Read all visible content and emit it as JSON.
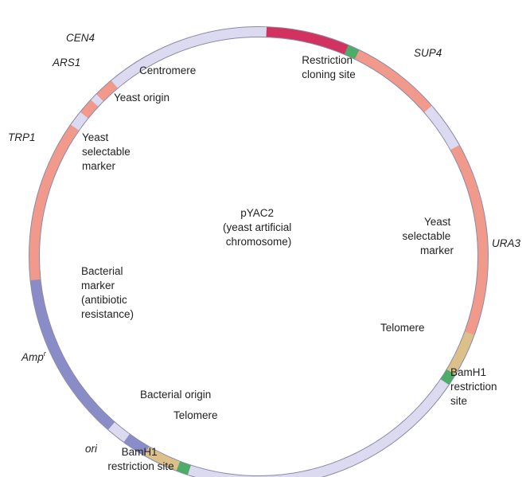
{
  "title": "pYAC2 (yeast artificial chromosome)",
  "center_lines": [
    "pYAC2",
    "(yeast artificial",
    "chromosome)"
  ],
  "colors": {
    "backbone": "#dcdaf0",
    "yeast_marker": "#f19a8c",
    "restriction_site": "#d3315f",
    "cut_site": "#4cac68",
    "telomere": "#dcc08a",
    "bacterial_marker": "#8a8cc8",
    "ring_edge": "#8a8aa8"
  },
  "genes": {
    "cen4": "CEN4",
    "ars1": "ARS1",
    "trp1": "TRP1",
    "sup4": "SUP4",
    "ura3": "URA3",
    "amp": "Amp",
    "amp_sup": "r",
    "ori": "ori"
  },
  "labels": {
    "centromere": "Centromere",
    "yeast_origin": "Yeast origin",
    "restriction_cloning": [
      "Restriction",
      "cloning site"
    ],
    "yeast_marker_left": [
      "Yeast",
      "selectable",
      "marker"
    ],
    "yeast_marker_right": [
      "Yeast",
      "selectable",
      "marker"
    ],
    "bacterial_marker": [
      "Bacterial",
      "marker",
      "(antibiotic",
      "resistance)"
    ],
    "telomere_right": "Telomere",
    "bamh1_right": [
      "BamH1",
      "restriction",
      "site"
    ],
    "bacterial_origin": "Bacterial origin",
    "telomere_bottom": "Telomere",
    "bamh1_bottom": [
      "BamH1",
      "restriction site"
    ]
  }
}
